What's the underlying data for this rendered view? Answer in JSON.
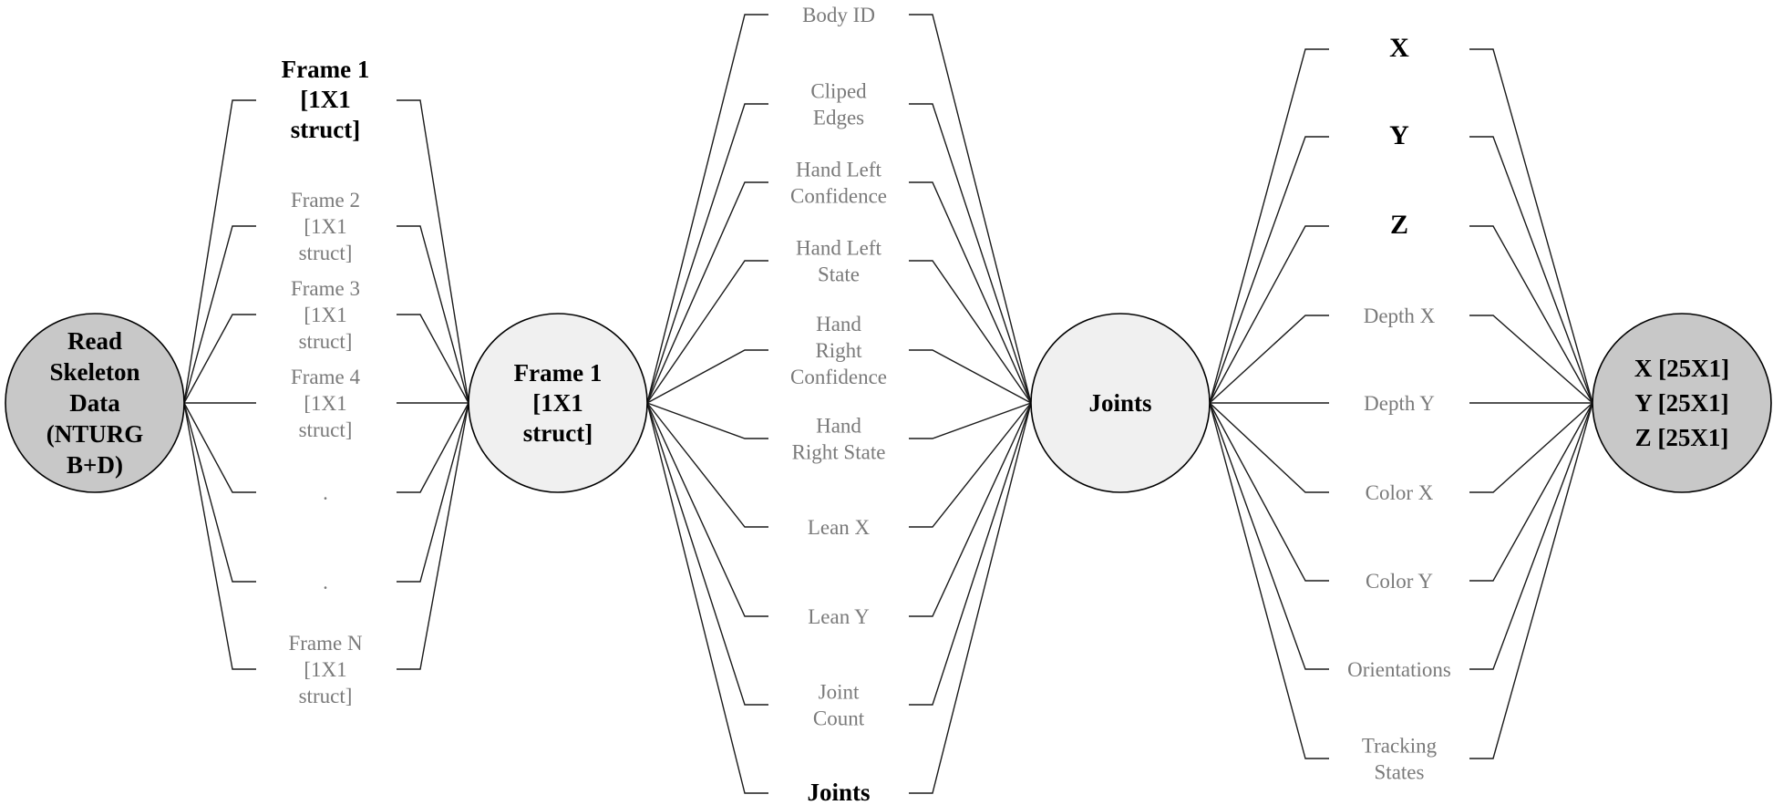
{
  "colors": {
    "dark_node": "#c8c8c8",
    "light_node": "#f0f0f0",
    "muted_text": "#7a7a7a",
    "strong_text": "#000000"
  },
  "nodes": {
    "read": {
      "lines": [
        "Read",
        "Skeleton",
        "Data",
        "(NTURG",
        "B+D)"
      ]
    },
    "frame": {
      "lines": [
        "Frame 1",
        "[1X1",
        "struct]"
      ]
    },
    "joints": {
      "lines": [
        "Joints"
      ]
    },
    "xyz": {
      "lines": [
        "X [25X1]",
        "Y [25X1]",
        "Z [25X1]"
      ]
    }
  },
  "frames": [
    {
      "lines": [
        "Frame 1",
        "[1X1",
        "struct]"
      ],
      "emphasis": true
    },
    {
      "lines": [
        "Frame 2",
        "[1X1",
        "struct]"
      ],
      "emphasis": false
    },
    {
      "lines": [
        "Frame 3",
        "[1X1",
        "struct]"
      ],
      "emphasis": false
    },
    {
      "lines": [
        "Frame 4",
        "[1X1",
        "struct]"
      ],
      "emphasis": false
    },
    {
      "lines": [
        "."
      ],
      "emphasis": false
    },
    {
      "lines": [
        "."
      ],
      "emphasis": false
    },
    {
      "lines": [
        "Frame N",
        "[1X1",
        "struct]"
      ],
      "emphasis": false
    }
  ],
  "fields": [
    {
      "lines": [
        "Body ID"
      ],
      "emphasis": false
    },
    {
      "lines": [
        "Cliped",
        "Edges"
      ],
      "emphasis": false
    },
    {
      "lines": [
        "Hand Left",
        "Confidence"
      ],
      "emphasis": false
    },
    {
      "lines": [
        "Hand Left",
        "State"
      ],
      "emphasis": false
    },
    {
      "lines": [
        "Hand",
        "Right",
        "Confidence"
      ],
      "emphasis": false
    },
    {
      "lines": [
        "Hand",
        "Right State"
      ],
      "emphasis": false
    },
    {
      "lines": [
        "Lean X"
      ],
      "emphasis": false
    },
    {
      "lines": [
        "Lean Y"
      ],
      "emphasis": false
    },
    {
      "lines": [
        "Joint",
        "Count"
      ],
      "emphasis": false
    },
    {
      "lines": [
        "Joints"
      ],
      "emphasis": true
    }
  ],
  "joint_fields": [
    {
      "lines": [
        "X"
      ],
      "emphasis": true
    },
    {
      "lines": [
        "Y"
      ],
      "emphasis": true
    },
    {
      "lines": [
        "Z"
      ],
      "emphasis": true
    },
    {
      "lines": [
        "Depth X"
      ],
      "emphasis": false
    },
    {
      "lines": [
        "Depth Y"
      ],
      "emphasis": false
    },
    {
      "lines": [
        "Color X"
      ],
      "emphasis": false
    },
    {
      "lines": [
        "Color Y"
      ],
      "emphasis": false
    },
    {
      "lines": [
        "Orientations"
      ],
      "emphasis": false
    },
    {
      "lines": [
        "Tracking",
        "States"
      ],
      "emphasis": false
    }
  ]
}
